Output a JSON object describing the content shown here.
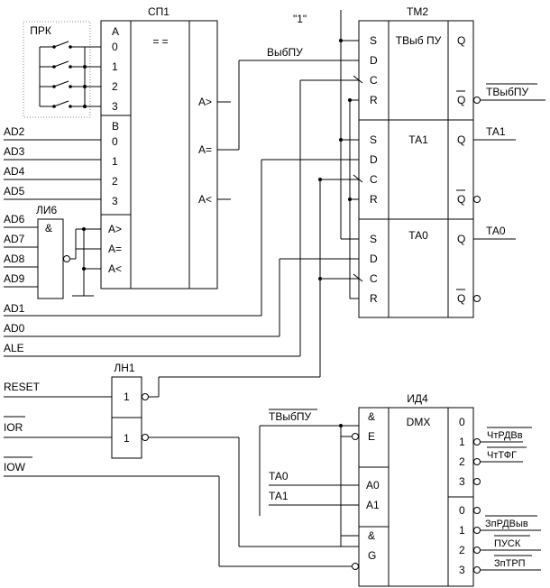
{
  "comparator": {
    "ref": "СП1",
    "func": "= =",
    "switch_label": "ПРК",
    "a_inputs": [
      "A",
      "0",
      "1",
      "2",
      "3"
    ],
    "b_inputs": [
      "B",
      "0",
      "1",
      "2",
      "3"
    ],
    "cascade_inputs": [
      "A>",
      "A=",
      "A<"
    ],
    "outputs": [
      "A>",
      "A=",
      "A<"
    ]
  },
  "and_gate": {
    "ref": "ЛИ6",
    "symbol": "&"
  },
  "inverters": {
    "ref": "ЛН1",
    "symbol_top": "1",
    "symbol_bottom": "1"
  },
  "flipflops": {
    "ref": "ТМ2",
    "one_label": "\"1\"",
    "pins": [
      "S",
      "D",
      "C",
      "R"
    ],
    "q": "Q",
    "q_bar": "Q",
    "cells": [
      {
        "name": "ТВыб ПУ",
        "q_out": "ТВыбПУ",
        "q_out_inverted": true,
        "d_in": "ВыбПУ"
      },
      {
        "name": "ТА1",
        "q_out": "ТА1"
      },
      {
        "name": "ТА0",
        "q_out": "ТА0"
      }
    ]
  },
  "decoder": {
    "ref": "ИД4",
    "func": "DMX",
    "and1": "&",
    "e": "E",
    "a0": "A0",
    "a1": "A1",
    "and2": "&",
    "g": "G",
    "in_tvybpu": "ТВыбПУ",
    "in_ta0": "ТА0",
    "in_ta1": "ТА1",
    "out_nums": [
      "0",
      "1",
      "2",
      "3",
      "0",
      "1",
      "2",
      "3"
    ],
    "outputs": [
      "ЧтРДВв",
      "ЧтТФГ",
      "ЗпРДВыв",
      "ПУСК",
      "ЗпТРП"
    ]
  },
  "bus_signals": [
    "AD2",
    "AD3",
    "AD4",
    "AD5",
    "AD6",
    "AD7",
    "AD8",
    "AD9",
    "AD1",
    "AD0",
    "ALE",
    "RESET",
    "IOR",
    "IOW"
  ]
}
